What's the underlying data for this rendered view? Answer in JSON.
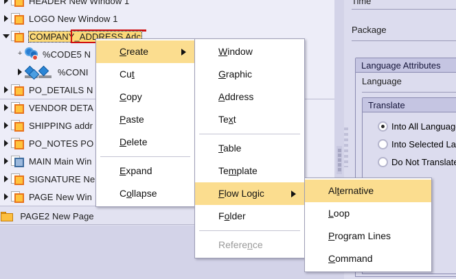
{
  "tree": {
    "rows": [
      {
        "twisty": "collapsed",
        "icon": "window-icon",
        "label": "HEADER New Window 1",
        "indent": 0,
        "selected": false
      },
      {
        "twisty": "collapsed",
        "icon": "window-icon",
        "label": "LOGO New Window 1",
        "indent": 0,
        "selected": false
      },
      {
        "twisty": "expanded",
        "icon": "window-icon",
        "label": "COMPANY_ADDRESS Adc",
        "indent": 0,
        "selected": true
      },
      {
        "twisty": "plus",
        "icon": "code-icon",
        "label": "%CODE5 N",
        "indent": 1,
        "selected": false
      },
      {
        "twisty": "collapsed",
        "icon": "condition-icon",
        "label": "%CONI",
        "indent": 1,
        "selected": false
      },
      {
        "twisty": "collapsed",
        "icon": "window-icon",
        "label": "PO_DETAILS N",
        "indent": 0,
        "selected": false
      },
      {
        "twisty": "collapsed",
        "icon": "window-icon",
        "label": "VENDOR DETA",
        "indent": 0,
        "selected": false
      },
      {
        "twisty": "collapsed",
        "icon": "window-icon",
        "label": "SHIPPING addr",
        "indent": 0,
        "selected": false
      },
      {
        "twisty": "collapsed",
        "icon": "window-icon",
        "label": "PO_NOTES PO",
        "indent": 0,
        "selected": false
      },
      {
        "twisty": "collapsed",
        "icon": "main-window-icon",
        "label": "MAIN Main Win",
        "indent": 0,
        "selected": false
      },
      {
        "twisty": "collapsed",
        "icon": "window-icon",
        "label": "SIGNATURE Ne",
        "indent": 0,
        "selected": false
      },
      {
        "twisty": "collapsed",
        "icon": "window-icon",
        "label": "PAGE New Win",
        "indent": 0,
        "selected": false
      }
    ],
    "page2": {
      "icon": "folder-icon",
      "label": "PAGE2 New Page"
    }
  },
  "context_menu": {
    "items": [
      {
        "label": "Create",
        "accel": "C",
        "submenu": true,
        "highlighted": true,
        "disabled": false,
        "sep_after": false
      },
      {
        "label": "Cut",
        "accel": "t",
        "submenu": false,
        "highlighted": false,
        "disabled": false,
        "sep_after": false
      },
      {
        "label": "Copy",
        "accel": "C",
        "submenu": false,
        "highlighted": false,
        "disabled": false,
        "sep_after": false
      },
      {
        "label": "Paste",
        "accel": "P",
        "submenu": false,
        "highlighted": false,
        "disabled": false,
        "sep_after": false
      },
      {
        "label": "Delete",
        "accel": "D",
        "submenu": false,
        "highlighted": false,
        "disabled": false,
        "sep_after": true
      },
      {
        "label": "Expand",
        "accel": "E",
        "submenu": false,
        "highlighted": false,
        "disabled": false,
        "sep_after": false
      },
      {
        "label": "Collapse",
        "accel": "o",
        "submenu": false,
        "highlighted": false,
        "disabled": false,
        "sep_after": false
      }
    ]
  },
  "create_submenu": {
    "items": [
      {
        "label": "Window",
        "accel": "W",
        "submenu": false,
        "highlighted": false,
        "disabled": false,
        "sep_after": false
      },
      {
        "label": "Graphic",
        "accel": "G",
        "submenu": false,
        "highlighted": false,
        "disabled": false,
        "sep_after": false
      },
      {
        "label": "Address",
        "accel": "A",
        "submenu": false,
        "highlighted": false,
        "disabled": false,
        "sep_after": false
      },
      {
        "label": "Text",
        "accel": "x",
        "submenu": false,
        "highlighted": false,
        "disabled": false,
        "sep_after": true
      },
      {
        "label": "Table",
        "accel": "T",
        "submenu": false,
        "highlighted": false,
        "disabled": false,
        "sep_after": false
      },
      {
        "label": "Template",
        "accel": "m",
        "submenu": false,
        "highlighted": false,
        "disabled": false,
        "sep_after": false
      },
      {
        "label": "Flow Logic",
        "accel": "F",
        "submenu": true,
        "highlighted": true,
        "disabled": false,
        "sep_after": false
      },
      {
        "label": "Folder",
        "accel": "o",
        "submenu": false,
        "highlighted": false,
        "disabled": false,
        "sep_after": true
      },
      {
        "label": "Reference",
        "accel": "n",
        "submenu": false,
        "highlighted": false,
        "disabled": true,
        "sep_after": false
      }
    ]
  },
  "flow_logic_submenu": {
    "items": [
      {
        "label": "Alternative",
        "accel": "t",
        "submenu": false,
        "highlighted": true,
        "disabled": false,
        "sep_after": false
      },
      {
        "label": "Loop",
        "accel": "L",
        "submenu": false,
        "highlighted": false,
        "disabled": false,
        "sep_after": false
      },
      {
        "label": "Program Lines",
        "accel": "P",
        "submenu": false,
        "highlighted": false,
        "disabled": false,
        "sep_after": false
      },
      {
        "label": "Command",
        "accel": "C",
        "submenu": false,
        "highlighted": false,
        "disabled": false,
        "sep_after": false
      }
    ]
  },
  "properties": {
    "time_label": "Time",
    "package_label": "Package",
    "language_attributes_title": "Language Attributes",
    "language_label": "Language",
    "translate_title": "Translate",
    "radios": [
      {
        "label": "Into All Languages",
        "selected": true
      },
      {
        "label": "Into Selected Lan",
        "selected": false
      },
      {
        "label": "Do Not Translate",
        "selected": false
      }
    ]
  },
  "colors": {
    "menu_highlight": "#fbdd8f",
    "tree_background": "#ededf8",
    "panel_background": "#dcdcee",
    "selection_yellow": "#fcd978",
    "focus_red": "#d01010",
    "group_header": "#c5c5e2"
  }
}
